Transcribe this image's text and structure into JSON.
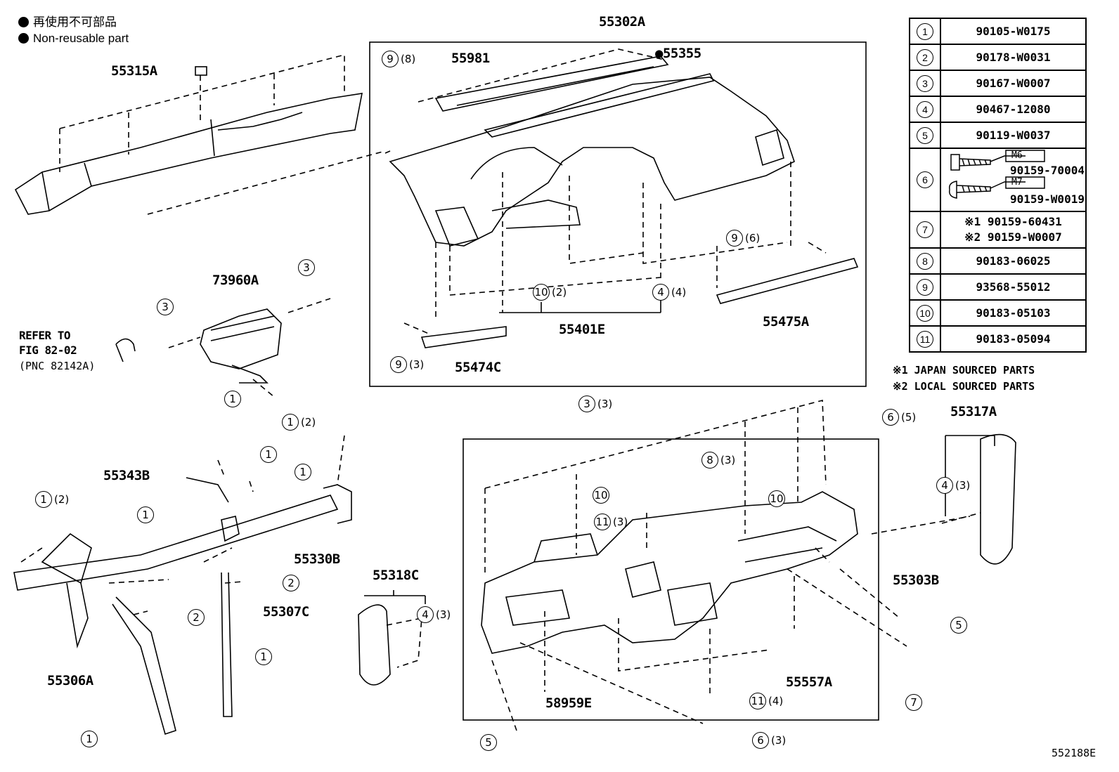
{
  "notes": {
    "jp": "再使用不可部品",
    "en": "Non-reusable part"
  },
  "labels": {
    "l55302A": "55302A",
    "l55315A": "55315A",
    "l55981": "55981",
    "l55355": "●55355",
    "l73960A": "73960A",
    "refer1": "REFER TO",
    "refer2": "FIG 82-02",
    "refer3": "(PNC 82142A)",
    "l55401E": "55401E",
    "l55475A": "55475A",
    "l55474C": "55474C",
    "l55317A": "55317A",
    "l55343B": "55343B",
    "l55330B": "55330B",
    "l55318C": "55318C",
    "l55303B": "55303B",
    "l55307C": "55307C",
    "l55306A": "55306A",
    "l58959E": "58959E",
    "l55557A": "55557A",
    "diagram_id": "552188E"
  },
  "callouts": [
    {
      "n": "9",
      "q": "(8)"
    },
    {
      "n": "9",
      "q": "(6)"
    },
    {
      "n": "10",
      "q": "(2)"
    },
    {
      "n": "4",
      "q": "(4)"
    },
    {
      "n": "9",
      "q": "(3)"
    },
    {
      "n": "3",
      "q": "(3)"
    },
    {
      "n": "3",
      "q": ""
    },
    {
      "n": "3",
      "q": ""
    },
    {
      "n": "1",
      "q": ""
    },
    {
      "n": "1",
      "q": "(2)"
    },
    {
      "n": "1",
      "q": ""
    },
    {
      "n": "1",
      "q": ""
    },
    {
      "n": "1",
      "q": "(2)"
    },
    {
      "n": "1",
      "q": ""
    },
    {
      "n": "2",
      "q": ""
    },
    {
      "n": "2",
      "q": ""
    },
    {
      "n": "1",
      "q": ""
    },
    {
      "n": "1",
      "q": ""
    },
    {
      "n": "4",
      "q": "(3)"
    },
    {
      "n": "6",
      "q": "(5)"
    },
    {
      "n": "8",
      "q": "(3)"
    },
    {
      "n": "10",
      "q": ""
    },
    {
      "n": "10",
      "q": ""
    },
    {
      "n": "11",
      "q": "(3)"
    },
    {
      "n": "4",
      "q": "(3)"
    },
    {
      "n": "5",
      "q": ""
    },
    {
      "n": "7",
      "q": ""
    },
    {
      "n": "11",
      "q": "(4)"
    },
    {
      "n": "5",
      "q": ""
    },
    {
      "n": "6",
      "q": "(3)"
    }
  ],
  "legend": {
    "rows": [
      {
        "key": "1",
        "value": "90105-W0175"
      },
      {
        "key": "2",
        "value": "90178-W0031"
      },
      {
        "key": "3",
        "value": "90167-W0007"
      },
      {
        "key": "4",
        "value": "90467-12080"
      },
      {
        "key": "5",
        "value": "90119-W0037"
      },
      {
        "key": "6",
        "m1": "M6",
        "v1": "90159-70004",
        "m2": "M7",
        "v2": "90159-W0019"
      },
      {
        "key": "7",
        "v1": "※1 90159-60431",
        "v2": "※2 90159-W0007"
      },
      {
        "key": "8",
        "value": "90183-06025"
      },
      {
        "key": "9",
        "value": "93568-55012"
      },
      {
        "key": "10",
        "value": "90183-05103"
      },
      {
        "key": "11",
        "value": "90183-05094"
      }
    ],
    "footnote1": "※1 JAPAN SOURCED PARTS",
    "footnote2": "※2 LOCAL SOURCED PARTS"
  }
}
